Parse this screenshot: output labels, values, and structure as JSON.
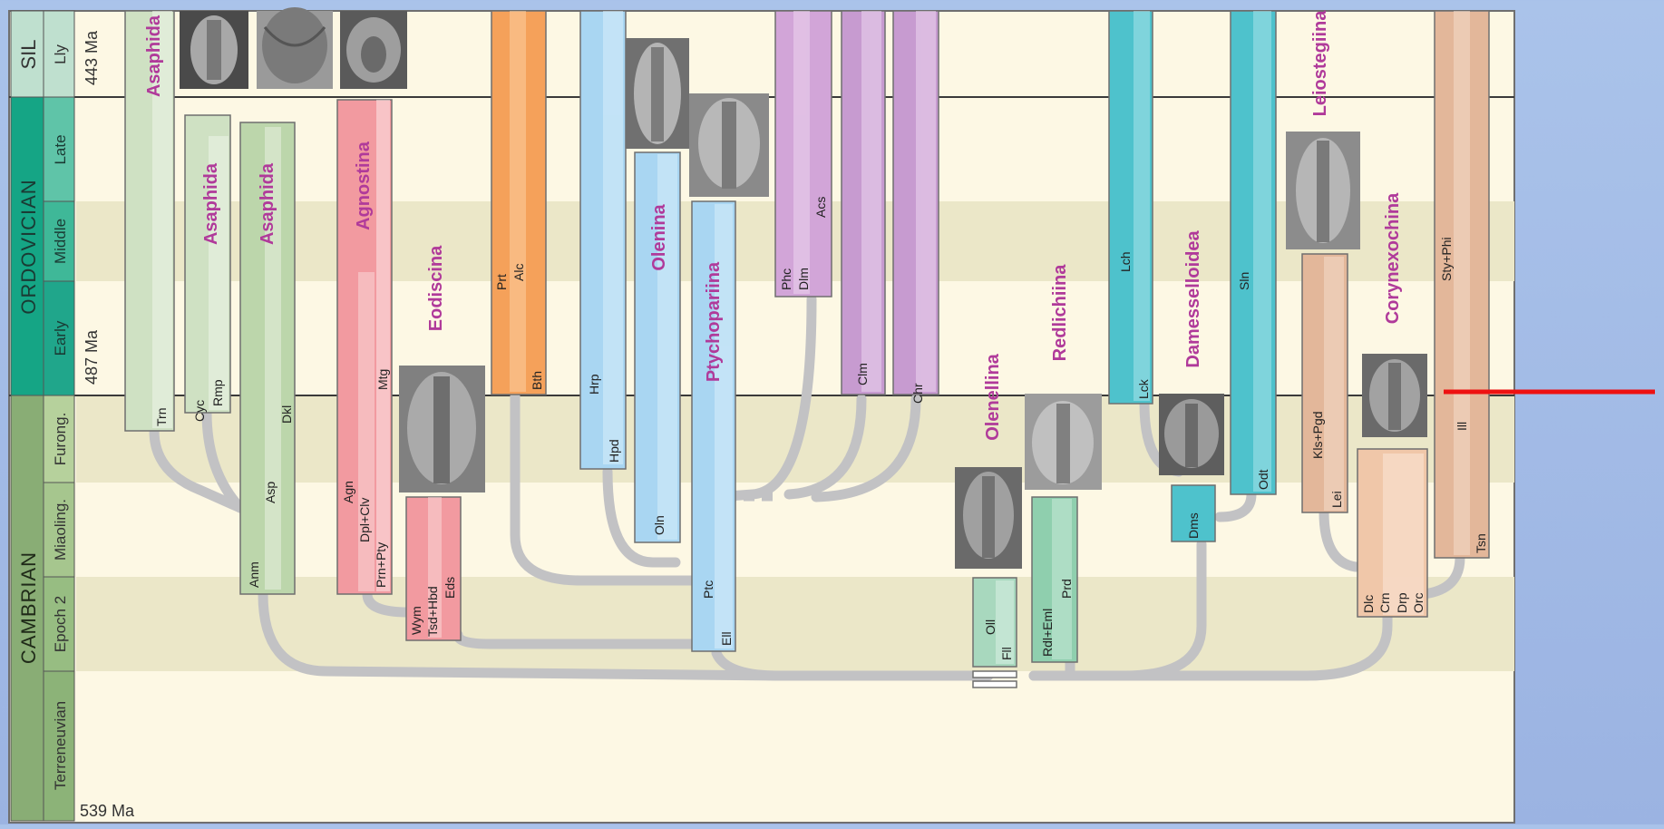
{
  "periods": [
    {
      "id": "sil",
      "label": "SIL",
      "color": "#bfe0cf"
    },
    {
      "id": "ord",
      "label": "ORDOVICIAN",
      "color": "#15a585"
    },
    {
      "id": "cam",
      "label": "CAMBRIAN",
      "color": "#89ad75"
    }
  ],
  "epochs": [
    {
      "id": "lly",
      "label": "Lly",
      "color": "#bfe0cf"
    },
    {
      "id": "late",
      "label": "Late",
      "color": "#5fc4a8"
    },
    {
      "id": "middle",
      "label": "Middle",
      "color": "#3fb898"
    },
    {
      "id": "early",
      "label": "Early",
      "color": "#20a68b"
    },
    {
      "id": "furong",
      "label": "Furong.",
      "color": "#b6d19c"
    },
    {
      "id": "miaoling",
      "label": "Miaoling.",
      "color": "#a6c68e"
    },
    {
      "id": "epoch2",
      "label": "Epoch 2",
      "color": "#97bd82"
    },
    {
      "id": "terreneuvian",
      "label": "Terreneuvian",
      "color": "#8cb378"
    }
  ],
  "ages": [
    "443 Ma",
    "487 Ma",
    "539 Ma"
  ],
  "orders": [
    "Asaphida",
    "Asaphida",
    "Asaphida",
    "Agnostina",
    "Eodiscina",
    "Olenina",
    "Ptychopariina",
    "Olenellina",
    "Redlichiina",
    "Damesselloidea",
    "Leiostegiina",
    "Corynexochina"
  ],
  "taxa": {
    "trn": "Trn",
    "cyc": "Cyc",
    "rmp": "Rmp",
    "asp": "Asp",
    "dkl": "Dkl",
    "anm": "Anm",
    "agn": "Agn",
    "dplclv": "Dpl+Clv",
    "prnpty": "Prn+Pty",
    "mtg": "Mtg",
    "wym": "Wym",
    "tsdhbd": "Tsd+Hbd",
    "eds": "Eds",
    "prt": "Prt",
    "alc": "Alc",
    "bth": "Bth",
    "hrp": "Hrp",
    "hpd": "Hpd",
    "oln": "Oln",
    "ptc": "Ptc",
    "ell": "Ell",
    "phc": "Phc",
    "dlm": "Dlm",
    "acs": "Acs",
    "clm": "Clm",
    "chr": "Chr",
    "oll": "Oll",
    "fll": "Fll",
    "rdleml": "Rdl+Eml",
    "prd": "Prd",
    "lch": "Lch",
    "lck": "Lck",
    "dms": "Dms",
    "sln": "Sln",
    "odt": "Odt",
    "klspgd": "Kls+Pgd",
    "lei": "Lei",
    "dlc": "Dlc",
    "crn": "Crn",
    "drp": "Drp",
    "orc": "Orc",
    "styphi": "Sty+Phi",
    "ill": "Ill",
    "tsn": "Tsn"
  },
  "colors": {
    "background": "#fdf8e4",
    "band": "#ebe7c8",
    "marker": "#ee1111",
    "order_label": "#b03a9a",
    "connector": "#c2c2c4"
  }
}
